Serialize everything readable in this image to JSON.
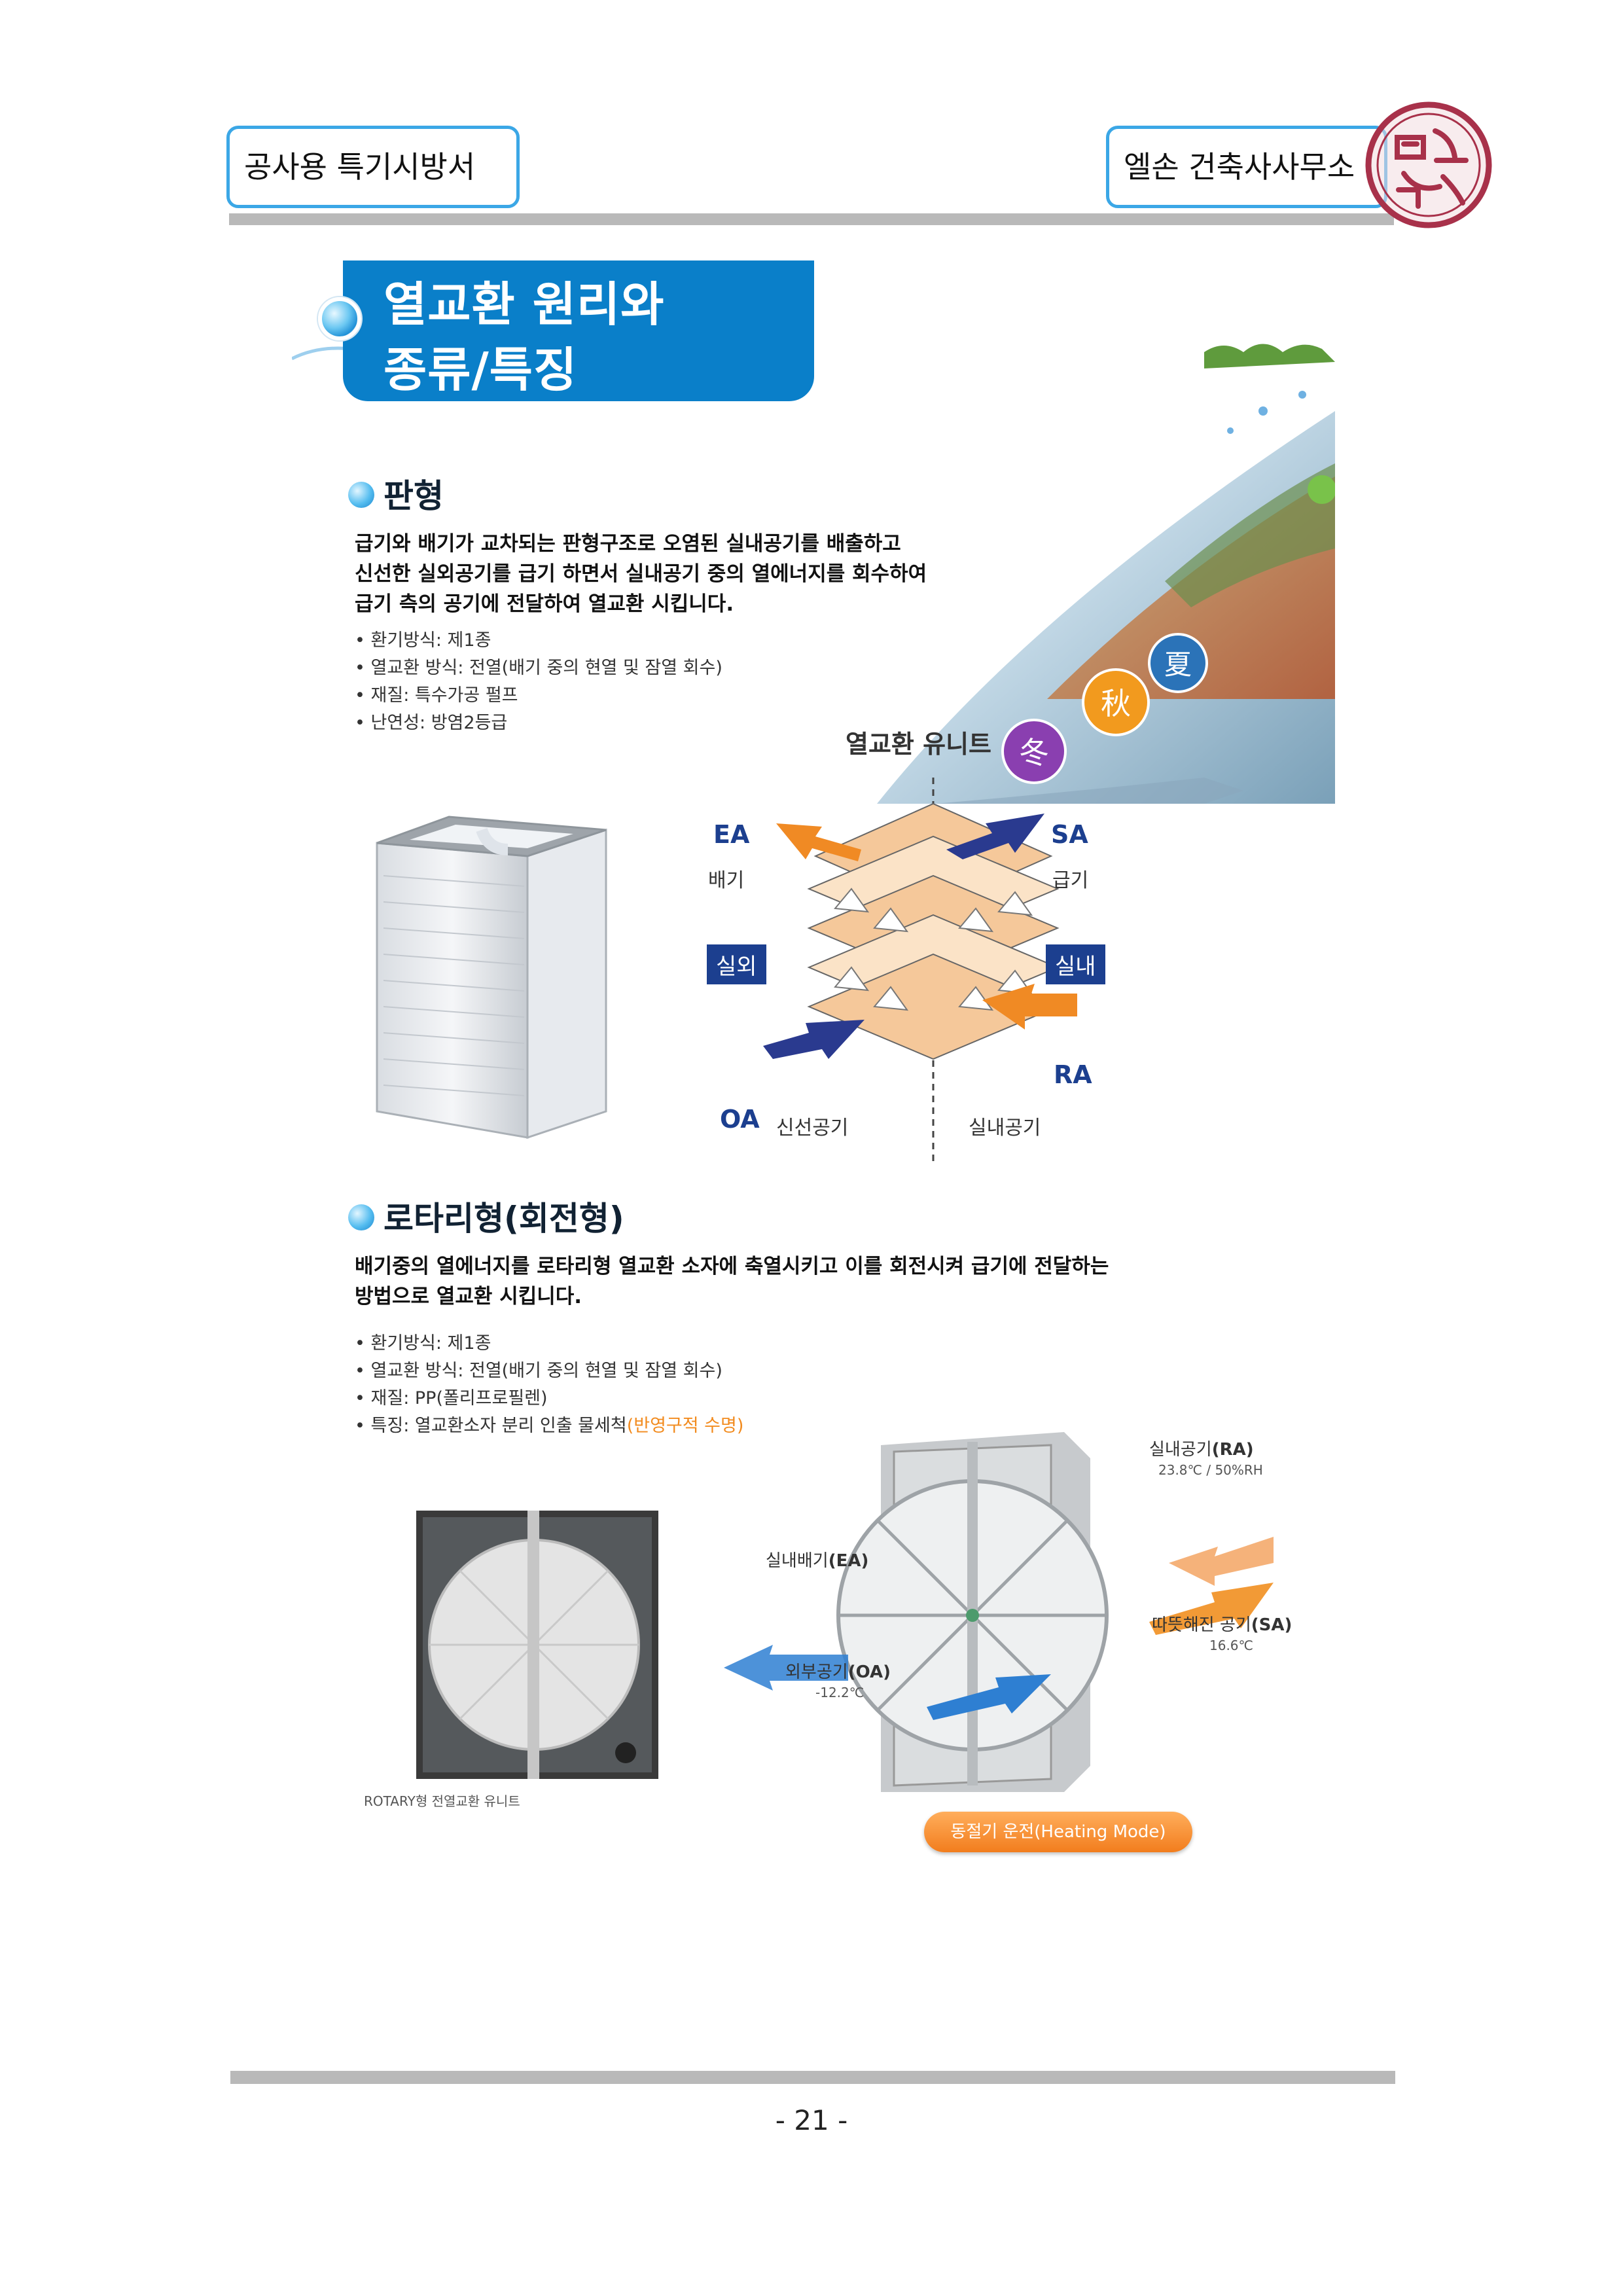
{
  "header": {
    "left_title": "공사용 특기시방서",
    "right_title": "엘손 건축사사무소"
  },
  "page_title": {
    "line1": "열교환 원리와",
    "line2": "종류/특징"
  },
  "section_plate": {
    "heading": "판형",
    "description": [
      "급기와 배기가 교차되는 판형구조로 오염된 실내공기를 배출하고",
      "신선한 실외공기를 급기 하면서 실내공기 중의 열에너지를 회수하여",
      "급기 측의 공기에 전달하여 열교환 시킵니다."
    ],
    "bullets": [
      "환기방식: 제1종",
      "열교환 방식: 전열(배기 중의 현열 및 잠열 회수)",
      "재질: 특수가공 펄프",
      "난연성: 방염2등급"
    ],
    "diagram": {
      "title": "열교환 유니트",
      "ea_code": "EA",
      "ea_label": "배기",
      "sa_code": "SA",
      "sa_label": "급기",
      "outdoor_box": "실외",
      "indoor_box": "실내",
      "oa_code": "OA",
      "oa_label": "신선공기",
      "ra_code": "RA",
      "ra_label": "실내공기"
    }
  },
  "section_rotary": {
    "heading": "로타리형(회전형)",
    "description": [
      "배기중의 열에너지를 로타리형 열교환 소자에 축열시키고 이를 회전시켜 급기에 전달하는",
      "방법으로 열교환 시킵니다."
    ],
    "bullets": [
      "환기방식: 제1종",
      "열교환 방식: 전열(배기 중의 현열 및 잠열 회수)",
      "재질: PP(폴리프로필렌)"
    ],
    "bullet_feature_prefix": "특징: 열교환소자 분리 인출 물세척",
    "bullet_feature_highlight": "(반영구적 수명)",
    "photo_caption": "ROTARY형 전열교환 유니트",
    "diagram": {
      "ra_label": "실내공기",
      "ra_code": "(RA)",
      "ra_value": "23.8℃ / 50%RH",
      "ea_label": "실내배기",
      "ea_code": "(EA)",
      "sa_label": "따뜻해진 공기",
      "sa_code": "(SA)",
      "sa_value": "16.6℃",
      "oa_label": "외부공기",
      "oa_code": "(OA)",
      "oa_value": "-12.2℃",
      "mode": "동절기 운전(Heating Mode)"
    }
  },
  "seasons": [
    "夏",
    "秋",
    "冬"
  ],
  "footer": {
    "page_number": "- 21 -"
  }
}
